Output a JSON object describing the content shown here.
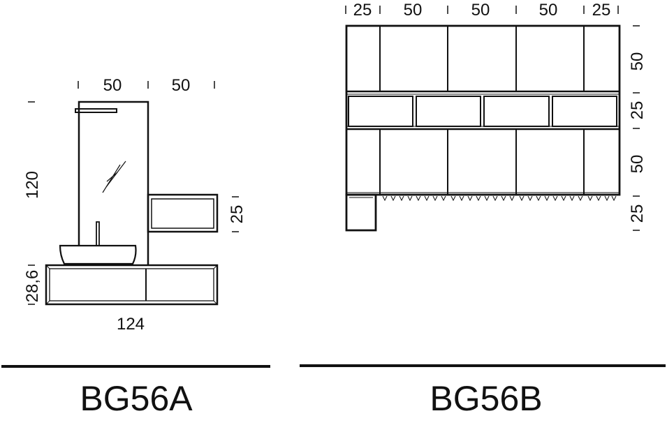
{
  "left_model": {
    "name": "BG56A",
    "dims": {
      "top_left": "50",
      "top_right": "50",
      "height": "120",
      "shelf_height": "25",
      "base_height": "28,6",
      "base_width": "124"
    }
  },
  "right_model": {
    "name": "BG56B",
    "dims": {
      "top": [
        "25",
        "50",
        "50",
        "50",
        "25"
      ],
      "right": [
        "50",
        "25",
        "50",
        "25"
      ]
    }
  }
}
